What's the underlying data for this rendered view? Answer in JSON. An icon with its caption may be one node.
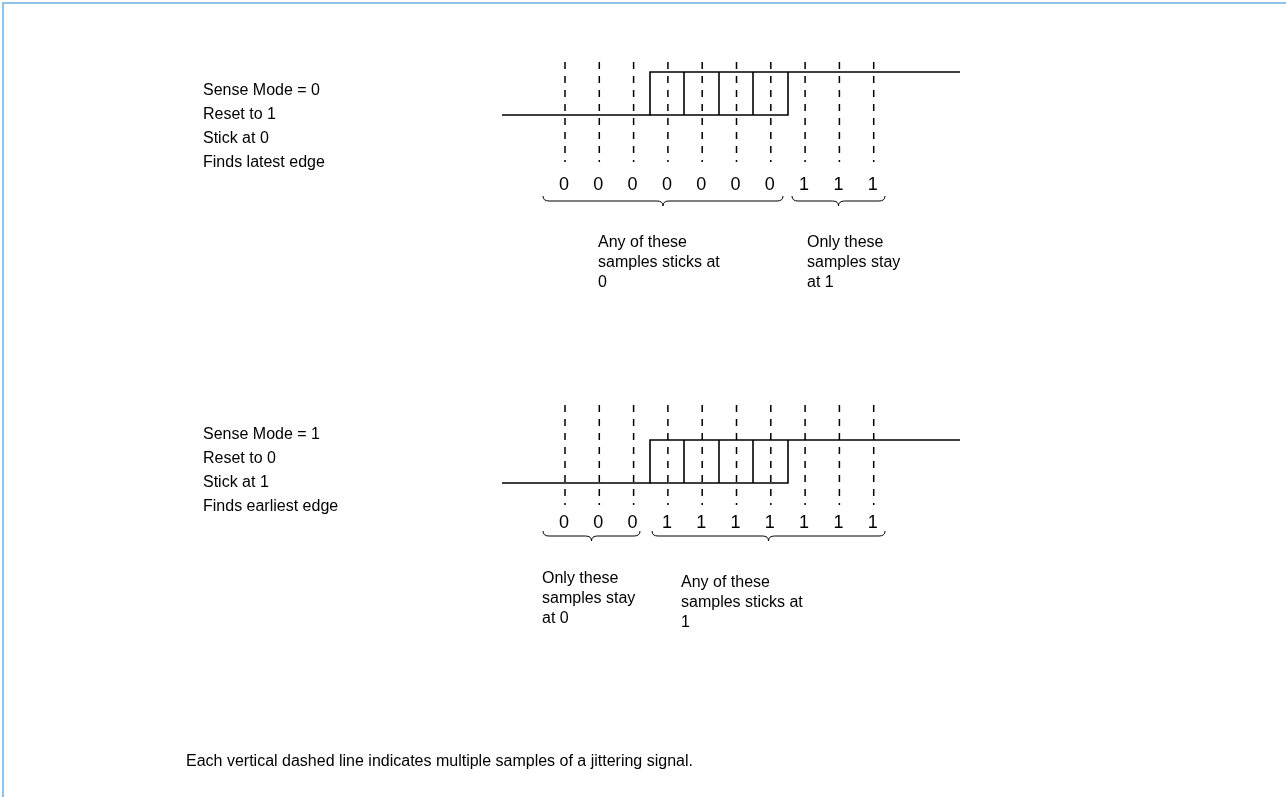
{
  "diagram": {
    "caption": "Each vertical dashed line indicates multiple samples of a jittering signal.",
    "labels": [
      "Sense Mode = 0",
      "Reset to 1",
      "Stick at 0",
      "Finds latest edge",
      "0",
      "0",
      "0",
      "0",
      "0",
      "0",
      "0",
      "1",
      "1",
      "1",
      "Any of these samples sticks at 0",
      "Only these samples stay at 1",
      "Sense Mode = 1",
      "Reset to 0",
      "Stick at 1",
      "Finds earliest edge",
      "0",
      "0",
      "0",
      "1",
      "1",
      "1",
      "1",
      "1",
      "1",
      "1",
      "Only these samples stay at 0",
      "Any of these samples sticks at 1"
    ]
  }
}
